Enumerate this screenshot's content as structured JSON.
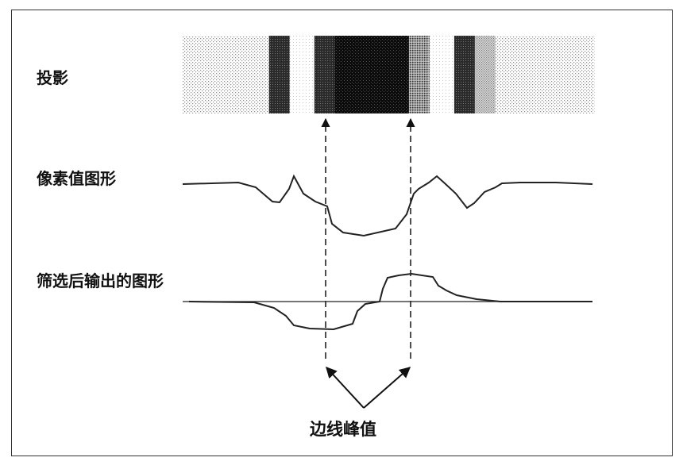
{
  "labels": {
    "projection": "投影",
    "pixel_value_graph": "像素值图形",
    "filtered_output_graph": "筛选后输出的图形",
    "edge_peak": "边线峰值"
  },
  "projection_bands": [
    {
      "from": 0.0,
      "to": 0.21,
      "shade": "light-dots"
    },
    {
      "from": 0.21,
      "to": 0.26,
      "shade": "dark"
    },
    {
      "from": 0.26,
      "to": 0.32,
      "shade": "very-light"
    },
    {
      "from": 0.32,
      "to": 0.37,
      "shade": "dark"
    },
    {
      "from": 0.37,
      "to": 0.55,
      "shade": "black-dots"
    },
    {
      "from": 0.55,
      "to": 0.6,
      "shade": "mid"
    },
    {
      "from": 0.6,
      "to": 0.66,
      "shade": "very-light"
    },
    {
      "from": 0.66,
      "to": 0.71,
      "shade": "dark"
    },
    {
      "from": 0.71,
      "to": 0.76,
      "shade": "light"
    },
    {
      "from": 0.76,
      "to": 1.0,
      "shade": "light-dots"
    }
  ],
  "colors": {
    "frame": "#333333",
    "line": "#222222",
    "text": "#111111"
  }
}
